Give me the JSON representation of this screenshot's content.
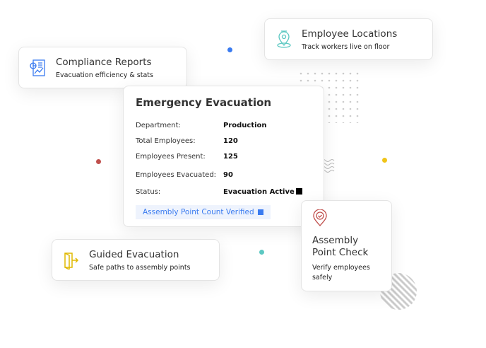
{
  "colors": {
    "blue": "#3a7bf0",
    "red": "#c0504d",
    "yellow": "#f0c419",
    "teal": "#5cc8c2"
  },
  "compliance": {
    "title": "Compliance Reports",
    "subtitle": "Evacuation efficiency & stats",
    "icon": "report-chart-icon"
  },
  "locations": {
    "title": "Employee Locations",
    "subtitle": "Track workers live on floor",
    "icon": "location-pin-icon"
  },
  "guided": {
    "title": "Guided Evacuation",
    "subtitle": "Safe paths to assembly points",
    "icon": "exit-door-icon"
  },
  "assembly": {
    "title_line1": "Assembly",
    "title_line2": "Point Check",
    "subtitle_line1": "Verify employees",
    "subtitle_line2": "safely",
    "icon": "pin-check-icon"
  },
  "main": {
    "title": "Emergency Evacuation",
    "rows": [
      {
        "label": "Department:",
        "value": "Production"
      },
      {
        "label": "Total Employees:",
        "value": "120"
      },
      {
        "label": "Employees Present:",
        "value": "125"
      },
      {
        "label": "Employees Evacuated:",
        "value": "90"
      },
      {
        "label": "Status:",
        "value": "Evacuation Active"
      }
    ],
    "badge": "Assembly Point Count Verified"
  }
}
